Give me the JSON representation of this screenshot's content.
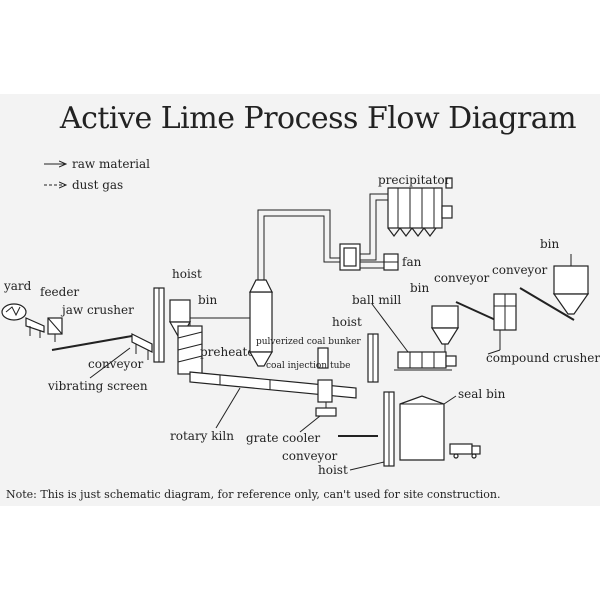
{
  "title": "Active Lime Process Flow Diagram",
  "legend": {
    "raw_material": "raw material",
    "dust_gas": "dust gas"
  },
  "labels": {
    "precipitator": "precipitator",
    "fan": "fan",
    "bin_top_right": "bin",
    "conveyor_right": "conveyor",
    "conveyor_mid": "conveyor",
    "bin_mill": "bin",
    "ball_mill": "ball mill",
    "hoist_mill": "hoist",
    "compound_crusher": "compound crusher",
    "yard": "yard",
    "feeder": "feeder",
    "jaw_crusher": "jaw crusher",
    "hoist_left": "hoist",
    "bin_left": "bin",
    "preheater": "preheater",
    "pulverized_coal_bunker": "pulverized coal bunker",
    "coal_injection_tube": "coal injection tube",
    "conveyor_left": "conveyor",
    "vibrating_screen": "vibrating screen",
    "rotary_kiln": "rotary kiln",
    "grate_cooler": "grate cooler",
    "conveyor_bottom": "conveyor",
    "hoist_bottom": "hoist",
    "seal_bin": "seal bin"
  },
  "note": "Note: This is just schematic diagram, for reference only, can't used for site construction."
}
